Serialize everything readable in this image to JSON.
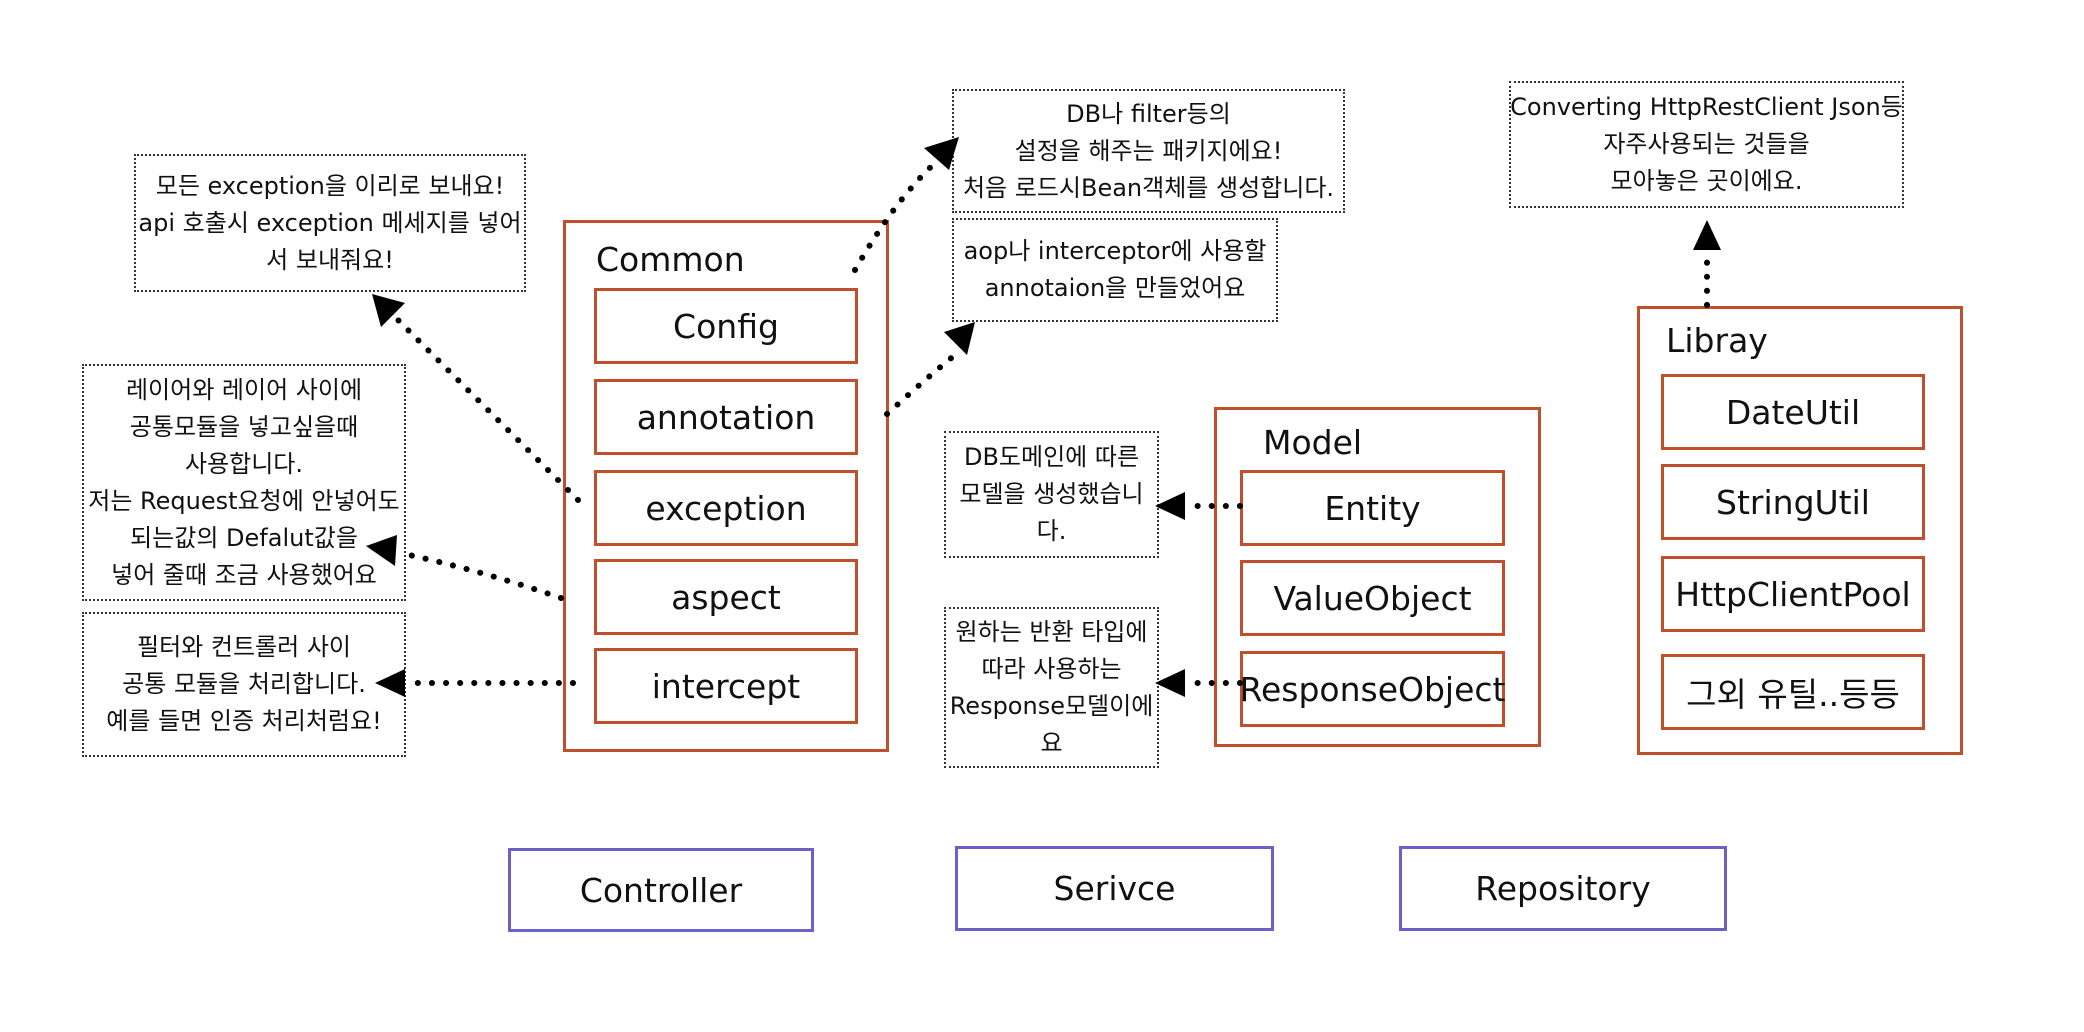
{
  "groups": {
    "common": {
      "title": "Common",
      "items": [
        "Config",
        "annotation",
        "exception",
        "aspect",
        "intercept"
      ]
    },
    "model": {
      "title": "Model",
      "items": [
        "Entity",
        "ValueObject",
        "ResponseObject"
      ]
    },
    "libray": {
      "title": "Libray",
      "items": [
        "DateUtil",
        "StringUtil",
        "HttpClientPool",
        "그외 유틸..등등"
      ]
    }
  },
  "layers": [
    "Controller",
    "Serivce",
    "Repository"
  ],
  "notes": {
    "exception": [
      "모든 exception을 이리로 보내요!",
      "api 호출시 exception 메세지를 넣어",
      "서 보내줘요!"
    ],
    "aspect": [
      "레이어와 레이어 사이에",
      "공통모듈을 넣고싶을때",
      "사용합니다.",
      "저는 Request요청에 안넣어도",
      "되는값의 Defalut값을",
      "넣어 줄때 조금 사용했어요"
    ],
    "intercept": [
      "필터와 컨트롤러 사이",
      "공통 모듈을 처리합니다.",
      "예를 들면 인증 처리처럼요!"
    ],
    "config": [
      "DB나 filter등의",
      "설정을 해주는 패키지에요!",
      "처음 로드시Bean객체를 생성합니다."
    ],
    "annotation": [
      "aop나 interceptor에 사용할",
      "annotaion을 만들었어요"
    ],
    "entity": [
      "DB도메인에 따른",
      "모델을 생성했습니",
      "다."
    ],
    "response": [
      "원하는 반환 타입에",
      "따라 사용하는",
      "Response모델이에",
      "요"
    ],
    "libray": [
      "Converting HttpRestClient Json등",
      "자주사용되는 것들을",
      "모아놓은 곳이에요."
    ]
  },
  "colors": {
    "package_border": "#c0502c",
    "layer_border": "#6a62c8",
    "arrow": "#000000"
  }
}
